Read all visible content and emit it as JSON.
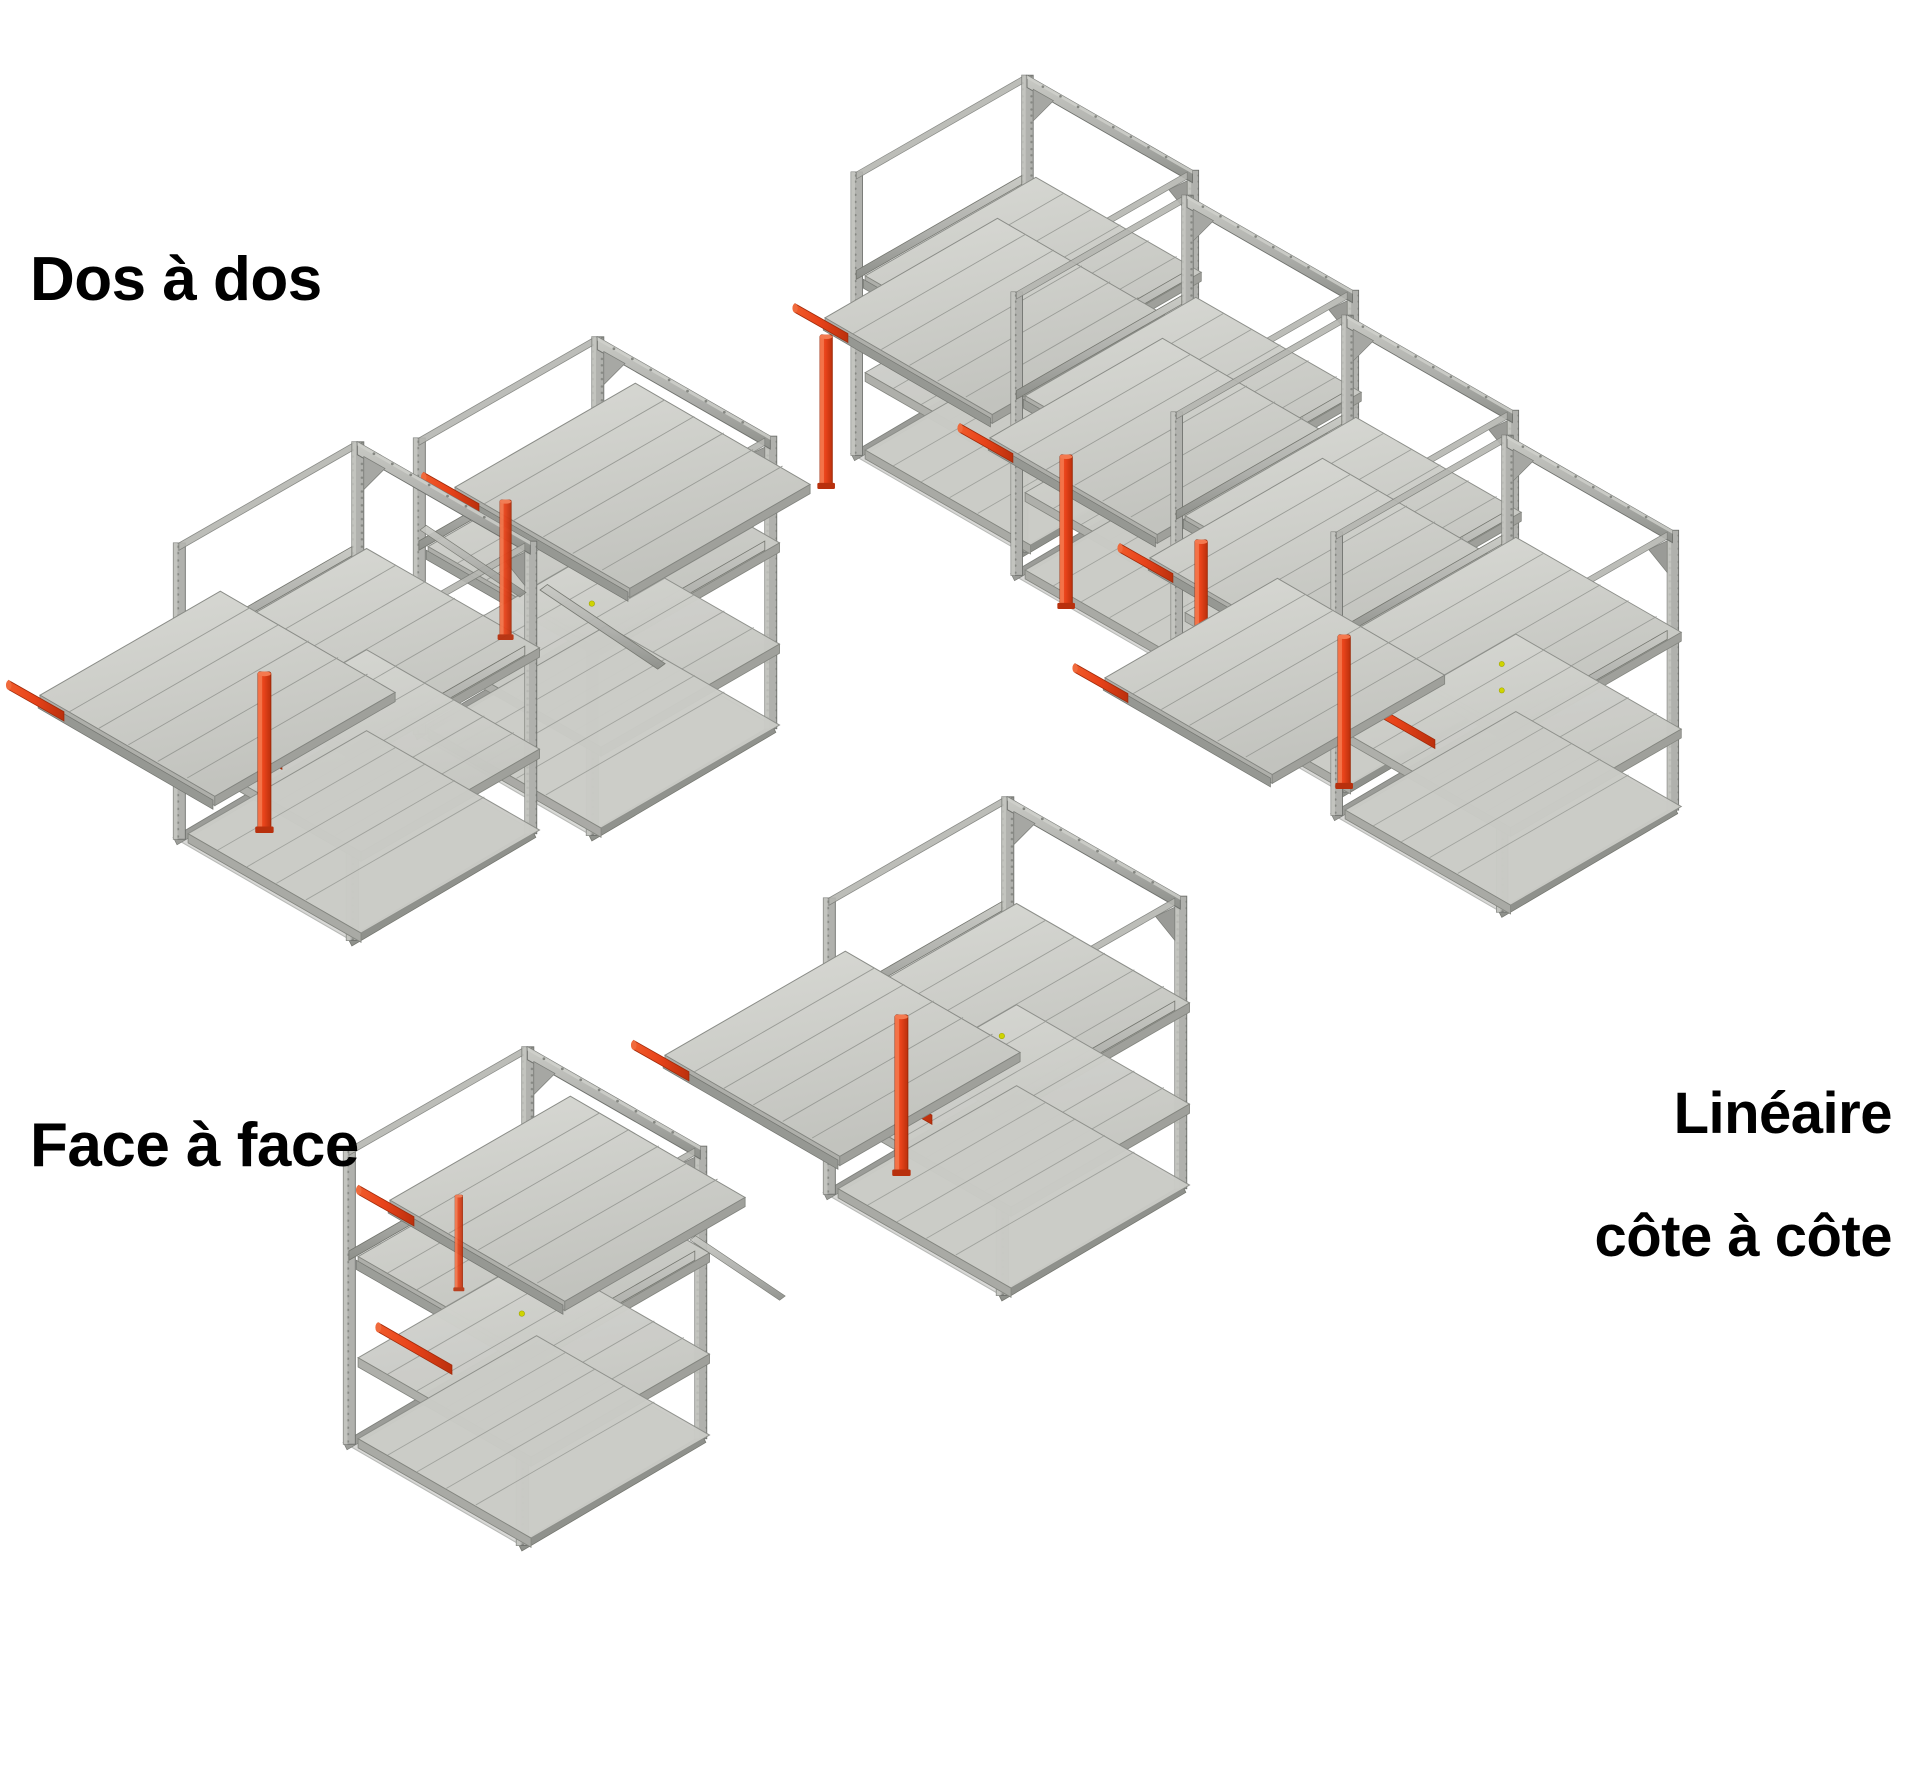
{
  "figure": {
    "type": "technical-illustration",
    "subject": "Configurations d'implantation de rayonnages à tiroirs / tablettes extractibles",
    "projection": "isométrique",
    "background_color": "#ffffff"
  },
  "labels": {
    "back_to_back": "Dos à dos",
    "face_to_face": "Face à face",
    "linear_line1": "Linéaire",
    "linear_line2": "côte à côte"
  },
  "colors": {
    "frame_steel": "#a9aaa6",
    "frame_steel_light": "#c3c4c0",
    "frame_steel_dark": "#8e908b",
    "frame_edge": "#6f716d",
    "shelf_face": "#c9cac5",
    "shelf_top": "#d2d3ce",
    "shelf_side": "#b4b5b0",
    "shelf_line": "#8d8f8a",
    "accent_red": "#e8431a",
    "accent_red_dark": "#c2330f",
    "indicator_yellow": "#cfd400",
    "label_text": "#000000",
    "background": "#ffffff"
  },
  "groups": [
    {
      "id": "back-to-back",
      "label": "Dos à dos",
      "label_position": "top-left",
      "bay_count": 2,
      "arrangement": "deux rayonnages adossés",
      "shelf_levels_per_bay": 3,
      "extended_shelves": 2,
      "red_vertical_posts": 2,
      "red_pull_handles": 2
    },
    {
      "id": "face-to-face",
      "label": "Face à face",
      "label_position": "bottom-left",
      "bay_count": 1,
      "arrangement": "rayonnage vu de face avec tablette extraite",
      "shelf_levels_per_bay": 3,
      "extended_shelves": 1,
      "red_vertical_posts": 1,
      "red_pull_handles": 1
    },
    {
      "id": "linear-side-by-side",
      "label": "Linéaire côte à côte",
      "label_position": "bottom-right",
      "bay_count": 4,
      "arrangement": "rayonnages alignés côte à côte",
      "shelf_levels_per_bay": 3,
      "extended_shelves": 4,
      "red_vertical_posts": 4,
      "red_pull_handles": 6
    },
    {
      "id": "single-center",
      "label": "",
      "label_position": "center-bottom",
      "bay_count": 1,
      "arrangement": "module unitaire avec tablette extraite",
      "shelf_levels_per_bay": 3,
      "extended_shelves": 1,
      "red_vertical_posts": 1,
      "red_pull_handles": 1
    }
  ],
  "components": {
    "upright": "montant perforé",
    "top_rail": "traverse supérieure",
    "gusset": "gousset d'angle",
    "shelf_panel": "tablette à lattes",
    "slide_rail": "coulisse télescopique",
    "pull_handle": "poignée de tirage rouge",
    "safety_post": "poteau de sécurité rouge",
    "diagonal_brace": "contreventement diagonal",
    "base_frame": "châssis de base",
    "indicator": "témoin jaune"
  }
}
